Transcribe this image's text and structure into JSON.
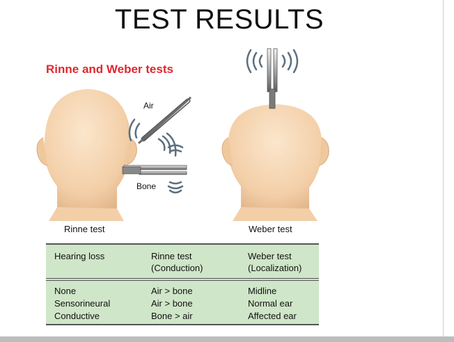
{
  "slide": {
    "title": "TEST RESULTS",
    "subtitle": "Rinne and Weber tests"
  },
  "figure": {
    "air_label": "Air",
    "bone_label": "Bone",
    "rinne_caption": "Rinne test",
    "weber_caption": "Weber test"
  },
  "table": {
    "headers": [
      {
        "line1": "Hearing loss",
        "line2": ""
      },
      {
        "line1": "Rinne test",
        "line2": "(Conduction)"
      },
      {
        "line1": "Weber test",
        "line2": "(Localization)"
      }
    ],
    "rows": [
      [
        "None",
        "Air > bone",
        "Midline"
      ],
      [
        "Sensorineural",
        "Air > bone",
        "Normal ear"
      ],
      [
        "Conductive",
        "Bone > air",
        "Affected ear"
      ]
    ]
  },
  "colors": {
    "subtitle": "#e0272f",
    "table_bg": "#cfe6c8",
    "skin": "#f6d9b8",
    "wave": "#5b6f7e"
  }
}
